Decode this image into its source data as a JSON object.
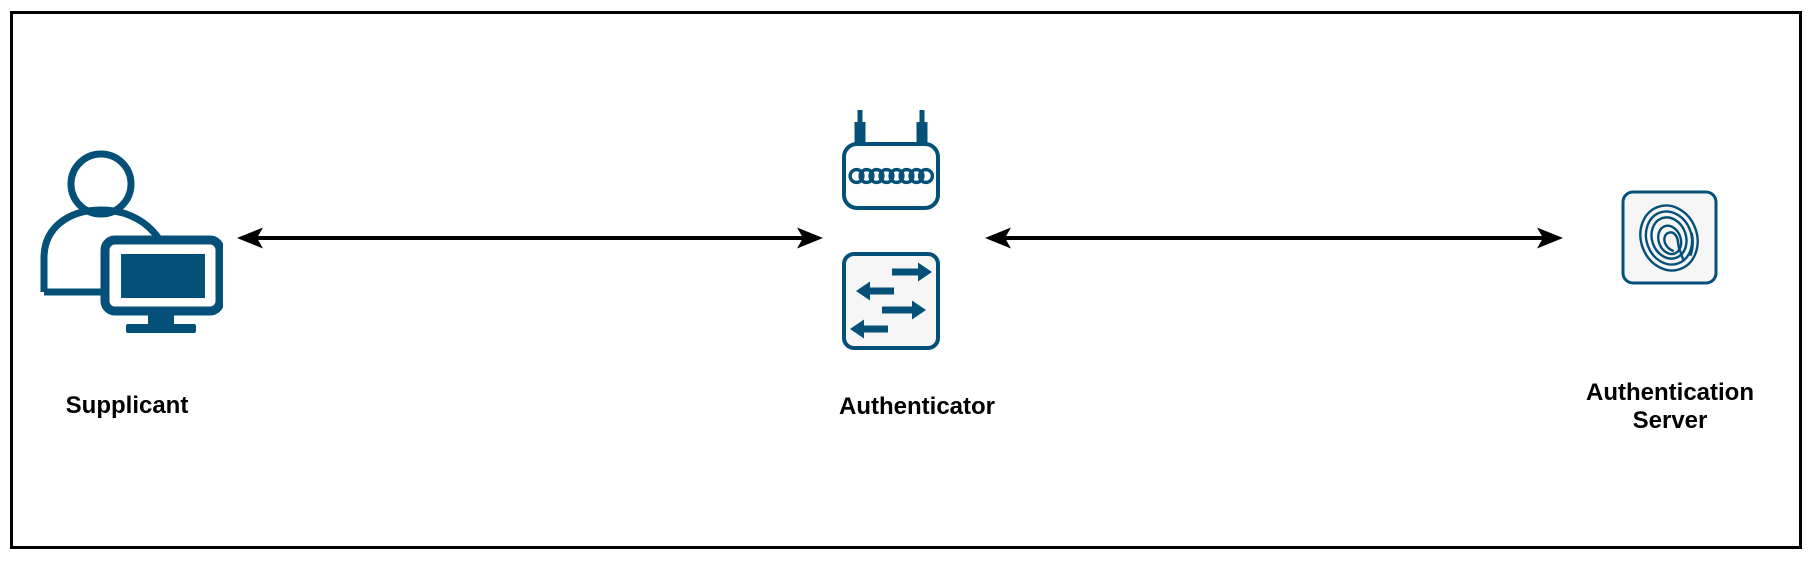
{
  "diagram": {
    "type": "network-authentication-topology",
    "frame": {
      "background": "#ffffff",
      "border_color": "#000000"
    },
    "colors": {
      "icon_primary": "#045078",
      "connector": "#000000",
      "label_text": "#000000",
      "icon_box_fill": "#f6f6f6"
    },
    "nodes": {
      "supplicant": {
        "label": "Supplicant",
        "icon": "user-with-computer-icon"
      },
      "authenticator": {
        "label": "Authenticator",
        "icons": [
          "wireless-access-point-icon",
          "network-switch-icon"
        ]
      },
      "authentication_server": {
        "label": "Authentication Server",
        "icon": "fingerprint-icon"
      }
    },
    "connectors": [
      {
        "from": "supplicant",
        "to": "authenticator",
        "style": "double-headed-arrow"
      },
      {
        "from": "authenticator",
        "to": "authentication_server",
        "style": "double-headed-arrow"
      }
    ]
  }
}
